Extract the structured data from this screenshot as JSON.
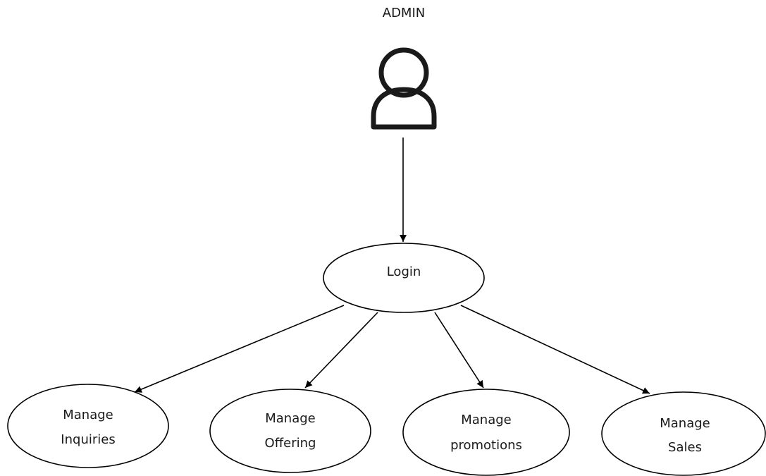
{
  "actor": {
    "label": "ADMIN",
    "icon": "user-icon"
  },
  "nodes": {
    "login": {
      "label": "Login"
    },
    "manage_inquiries": {
      "line1": "Manage",
      "line2": "Inquiries"
    },
    "manage_offering": {
      "line1": "Manage",
      "line2": "Offering"
    },
    "manage_promotions": {
      "line1": "Manage",
      "line2": "promotions"
    },
    "manage_sales": {
      "line1": "Manage",
      "line2": "Sales"
    }
  },
  "edges": [
    {
      "from": "actor",
      "to": "login"
    },
    {
      "from": "login",
      "to": "manage_inquiries"
    },
    {
      "from": "login",
      "to": "manage_offering"
    },
    {
      "from": "login",
      "to": "manage_promotions"
    },
    {
      "from": "login",
      "to": "manage_sales"
    }
  ],
  "colors": {
    "stroke": "#000000",
    "background": "#ffffff",
    "text": "#1a1a1a"
  }
}
